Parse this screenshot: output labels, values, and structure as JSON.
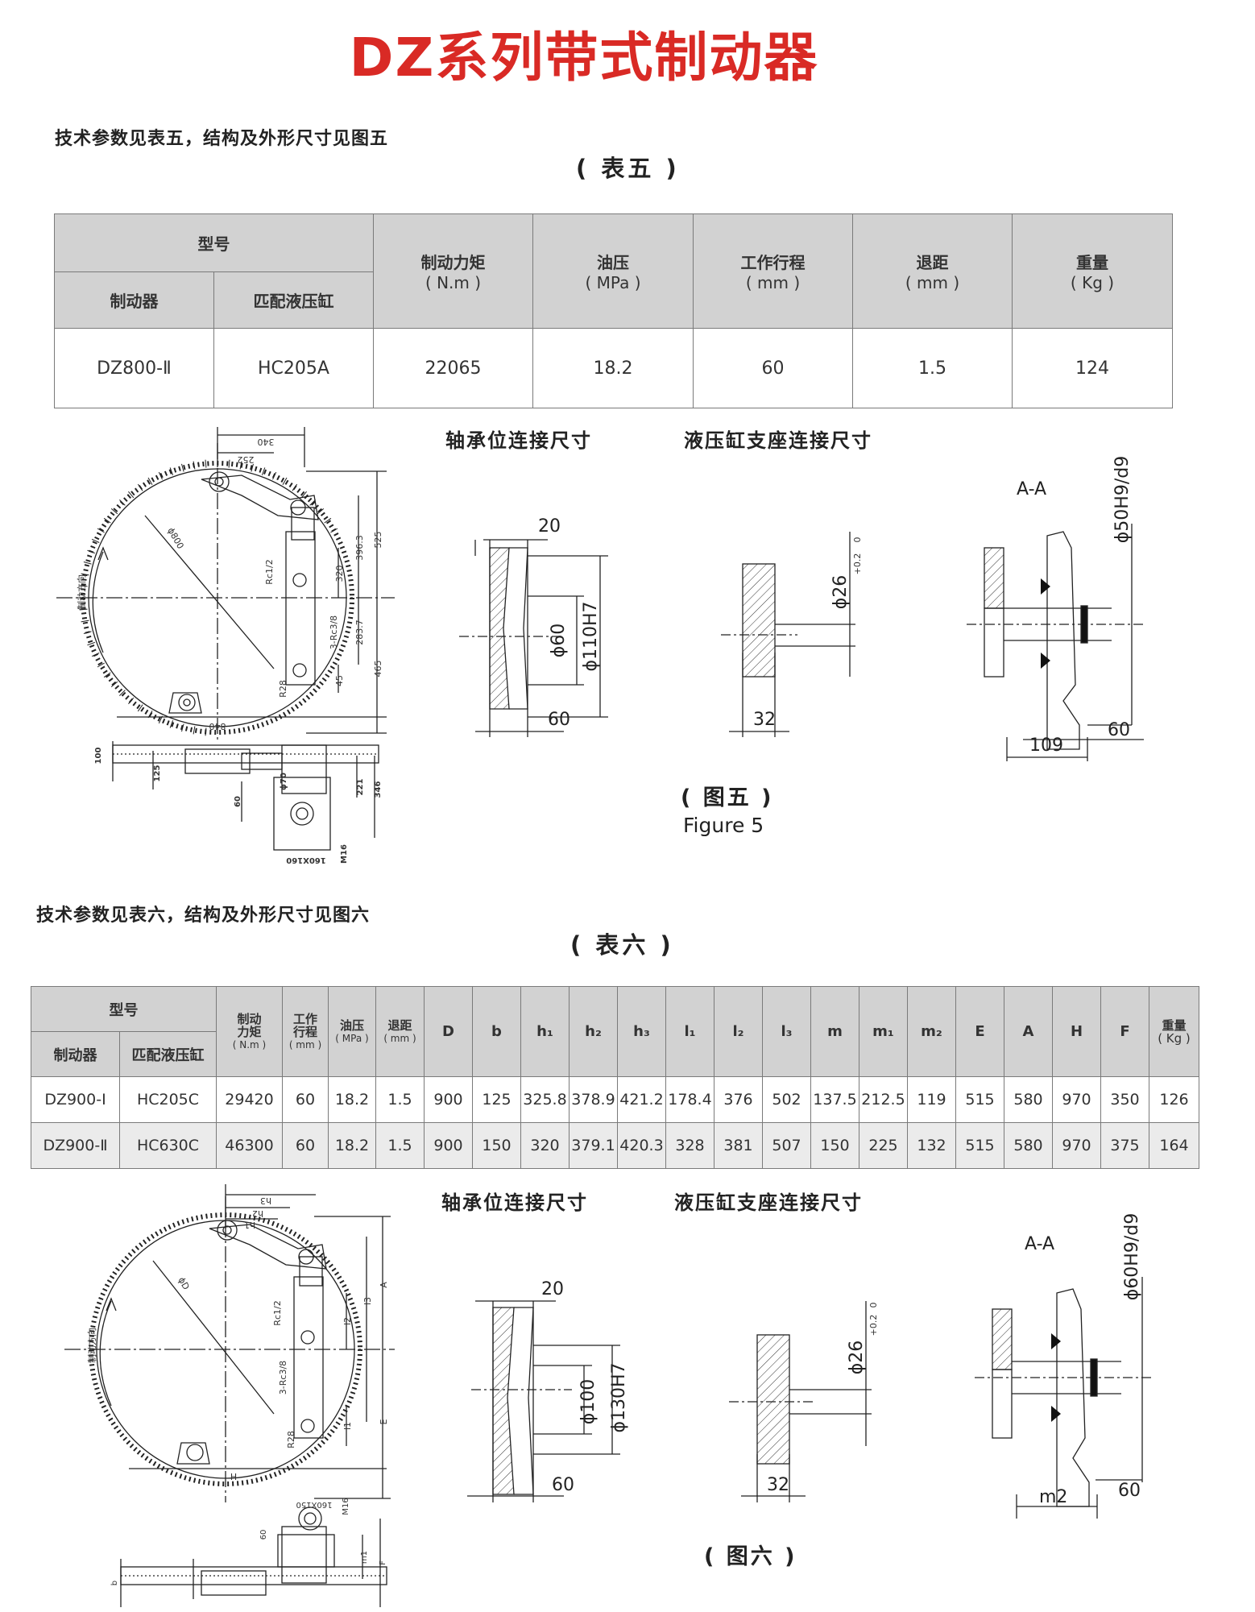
{
  "title": "DZ系列带式制动器",
  "section5": {
    "intro": "技术参数见表五，结构及外形尺寸见图五",
    "table_caption": "( 表五 )",
    "table": {
      "header_model": "型号",
      "header_brake": "制动器",
      "header_cylinder": "匹配液压缸",
      "header_torque": "制动力矩",
      "header_torque_unit": "( N.m )",
      "header_pressure": "油压",
      "header_pressure_unit": "( MPa )",
      "header_stroke": "工作行程",
      "header_stroke_unit": "( mm )",
      "header_retreat": "退距",
      "header_retreat_unit": "( mm )",
      "header_weight": "重量",
      "header_weight_unit": "( Kg )",
      "row": [
        "DZ800-Ⅱ",
        "HC205A",
        "22065",
        "18.2",
        "60",
        "1.5",
        "124"
      ]
    },
    "label_bearing": "轴承位连接尺寸",
    "label_support": "液压缸支座连接尺寸",
    "label_aa": "A-A",
    "caption": "( 图五 )",
    "caption_en": "Figure 5",
    "dims": {
      "d20": "20",
      "d60": "60",
      "phi60": "ϕ60",
      "phi110": "ϕ110H7",
      "phi26": "ϕ26",
      "tol": "+0.2",
      "tol0": "0",
      "d32": "32",
      "phi50": "ϕ50H9/d9",
      "d60b": "60",
      "d109": "109",
      "brake_dir": "制动方向",
      "d340": "340",
      "d252": "252",
      "d840": "840",
      "d525": "525",
      "d396": "396.3",
      "d320": "320",
      "d283": "283.7",
      "d465": "465",
      "d45": "45",
      "rc12": "Rc1/2",
      "rc38": "3-Rc3/8",
      "r28": "R28",
      "phi800": "ϕ800",
      "d100": "100",
      "d125": "125",
      "d221": "221",
      "d346": "346",
      "d60c": "60",
      "phi70": "ϕ70",
      "d160": "160X160",
      "m16": "M16"
    }
  },
  "section6": {
    "intro": "技术参数见表六，结构及外形尺寸见图六",
    "table_caption": "( 表六 )",
    "table": {
      "header_model": "型号",
      "header_brake": "制动器",
      "header_cylinder": "匹配液压缸",
      "header_torque": "制动力矩",
      "header_torque_unit": "( N.m )",
      "header_stroke": "工作行程",
      "header_stroke_unit": "( mm )",
      "header_pressure": "油压",
      "header_pressure_unit": "( MPa )",
      "header_retreat": "退距",
      "header_retreat_unit": "( mm )",
      "header_weight": "重量",
      "header_weight_unit": "( Kg )",
      "letter_cols": [
        "D",
        "b",
        "h₁",
        "h₂",
        "h₃",
        "l₁",
        "l₂",
        "l₃",
        "m",
        "m₁",
        "m₂",
        "E",
        "A",
        "H",
        "F"
      ],
      "rows": [
        [
          "DZ900-I",
          "HC205C",
          "29420",
          "60",
          "18.2",
          "1.5",
          "900",
          "125",
          "325.8",
          "378.9",
          "421.2",
          "178.4",
          "376",
          "502",
          "137.5",
          "212.5",
          "119",
          "515",
          "580",
          "970",
          "350",
          "126"
        ],
        [
          "DZ900-Ⅱ",
          "HC630C",
          "46300",
          "60",
          "18.2",
          "1.5",
          "900",
          "150",
          "320",
          "379.1",
          "420.3",
          "328",
          "381",
          "507",
          "150",
          "225",
          "132",
          "515",
          "580",
          "970",
          "375",
          "164"
        ]
      ]
    },
    "label_bearing": "轴承位连接尺寸",
    "label_support": "液压缸支座连接尺寸",
    "label_aa": "A-A",
    "caption": "( 图六 )",
    "dims": {
      "d20": "20",
      "d60": "60",
      "phi100": "ϕ100",
      "phi130": "ϕ130H7",
      "phi26": "ϕ26",
      "tol": "+0.2",
      "tol0": "0",
      "d32": "32",
      "phi60": "ϕ60H9/d9",
      "d60b": "60",
      "m2": "m2",
      "brake_dir": "制动方向",
      "h3": "h3",
      "h2": "h2",
      "h1": "h1",
      "lbl_H": "H",
      "lbl_A": "A",
      "lbl_E": "E",
      "lbl_D": "ϕD",
      "rc12": "Rc1/2",
      "rc38": "3-Rc3/8",
      "r28": "R28",
      "l1": "l1",
      "l2": "l2",
      "l3": "l3",
      "d160": "160X150",
      "m16": "M16",
      "d60c": "60",
      "lbl_b": "b",
      "lbl_m1": "m1",
      "lbl_F": "F"
    }
  }
}
